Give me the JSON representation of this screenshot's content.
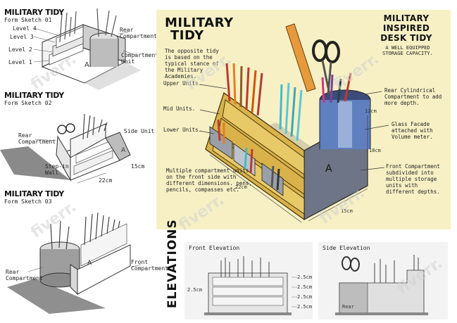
{
  "left_panels": [
    {
      "title": "MILITARY TIDY",
      "subtitle": "Form Sketch 01",
      "labels": [
        "Level 4",
        "Level 3",
        "Level 2",
        "Level 1",
        "Rear Compartment",
        "Compartment Unit"
      ]
    },
    {
      "title": "MILITARY TIDY",
      "subtitle": "Form Sketch 02",
      "labels": [
        "Rear Compartment",
        "Side Unit",
        "Step-in Wall",
        "22cm",
        "15cm"
      ]
    },
    {
      "title": "MILITARY TIDY",
      "subtitle": "Form Sketch 03",
      "labels": [
        "Rear Compartment",
        "Front Compartment"
      ]
    }
  ],
  "main": {
    "title_line1": "MILITARY",
    "title_line2": "TIDY",
    "subtitle_lines": [
      "MILITARY",
      "INSPIRED",
      "DESK TIDY"
    ],
    "tagline": "A WELL EQUIPPED STORAGE CAPACITY.",
    "intro_note": "The opposite tidy is based on the typical stance of the Military Academies.",
    "notes_left": [
      "Upper Units.",
      "Mid Units.",
      "Lower Units."
    ],
    "note_bottom": "Multiple compartment units on the front side with different dimensions. pens, pencils, compasses etc.",
    "notes_right": [
      "Rear Cylindrical Compartment to add more depth.",
      "Glass Facade attached with Volume meter.",
      "Front Compartment subdivided into multiple storage units with different depths."
    ],
    "dims": [
      "22cm",
      "15cm",
      "18cm",
      "12cm"
    ],
    "side_letter": "A",
    "colors": {
      "wood": "#d9b24a",
      "wood_dark": "#9c7a2a",
      "side_gray": "#6d7587",
      "cyl_blue": "#5f7fbf",
      "bg": "#f7f0c4"
    }
  },
  "elevations": {
    "label": "ELEVATIONS",
    "front_title": "Front Elevation",
    "side_title": "Side Elevation",
    "front_dims": [
      "2.5cm",
      "2.5cm",
      "2.5cm",
      "2.5cm",
      "2.5cm"
    ],
    "side_dims": [
      "Rear"
    ]
  },
  "watermark": "fiverr."
}
